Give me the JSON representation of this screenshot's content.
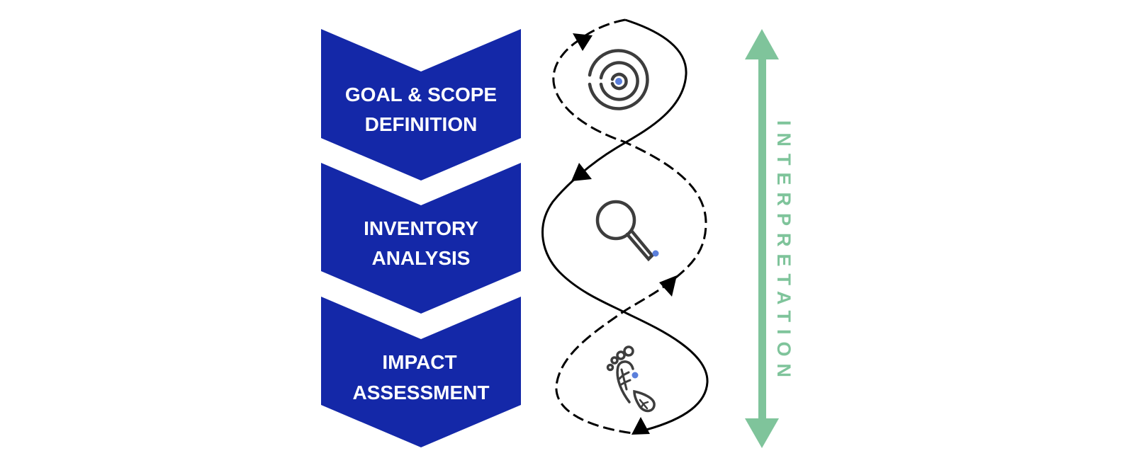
{
  "title": "Life Cycle Assessment Framework",
  "stages": [
    {
      "id": "goal",
      "line1": "GOAL & SCOPE",
      "line2": "DEFINITION",
      "icon": "target-icon"
    },
    {
      "id": "inventory",
      "line1": "INVENTORY",
      "line2": "ANALYSIS",
      "icon": "magnifier-icon"
    },
    {
      "id": "impact",
      "line1": "IMPACT",
      "line2": "ASSESSMENT",
      "icon": "footprint-leaf-icon"
    }
  ],
  "interpretation": {
    "label": "INTERPRETATION",
    "arrow": "double-headed-vertical-arrow"
  },
  "colors": {
    "chevron": "#1428A8",
    "chevron_text": "#FFFFFF",
    "interpretation": "#7FC49B",
    "loop_line": "#000000",
    "icon": "#3D3D3D",
    "icon_accent": "#5B7FDB"
  }
}
